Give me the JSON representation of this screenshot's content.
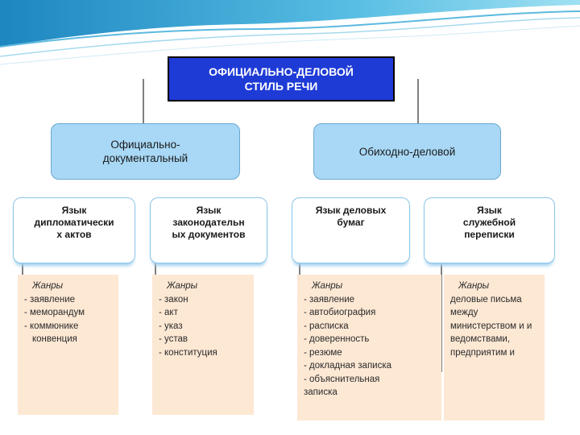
{
  "root": {
    "line1": "ОФИЦИАЛЬНО-ДЕЛОВОЙ",
    "line2": "СТИЛЬ РЕЧИ"
  },
  "branches": [
    {
      "line1": "Официально-",
      "line2": "документальный"
    },
    {
      "line1": "Обиходно-деловой"
    }
  ],
  "leaves": [
    {
      "lines": [
        "Язык",
        "дипломатически",
        "х актов"
      ]
    },
    {
      "lines": [
        "Язык",
        "законодательн",
        "ых документов"
      ]
    },
    {
      "lines": [
        "Язык деловых",
        "бумаг"
      ]
    },
    {
      "lines": [
        "Язык",
        "служебной",
        "переписки"
      ]
    }
  ],
  "genres": [
    {
      "heading": "Жанры",
      "items": [
        "- заявление",
        "- меморандум",
        "- коммюнике",
        "  конвенция"
      ]
    },
    {
      "heading": "Жанры",
      "items": [
        "- закон",
        "- акт",
        "- указ",
        "- устав",
        "- конституция"
      ]
    },
    {
      "heading": "Жанры",
      "items": [
        "- заявление",
        "- автобиография",
        "- расписка",
        "- доверенность",
        "- резюме",
        "- докладная записка",
        "- объяснительная",
        "записка"
      ]
    },
    {
      "heading": "Жанры",
      "text": "деловые письма между министерством и и ведомствами, предприятим и"
    }
  ],
  "colors": {
    "root_fill": "#1e3bd6",
    "branch_fill": "#a8d8f6",
    "genre_fill": "#fde8d4",
    "wave": "#3ea6d4"
  }
}
